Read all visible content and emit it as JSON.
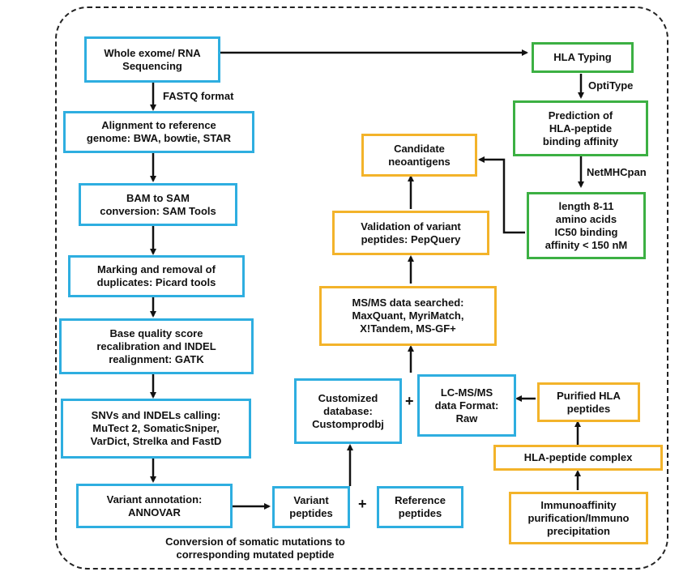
{
  "colors": {
    "blue": "#2eaee0",
    "green": "#3cb043",
    "orange": "#f3b32a"
  },
  "nodes": {
    "wes": "Whole exome/ RNA\nSequencing",
    "alignment": "Alignment to reference\ngenome: BWA, bowtie, STAR",
    "bam_sam": "BAM to SAM\nconversion: SAM Tools",
    "marking": "Marking and removal of\nduplicates: Picard tools",
    "bqsr": "Base quality score\nrecalibration and INDEL\nrealignment: GATK",
    "calling": "SNVs and INDELs calling:\nMuTect 2, SomaticSniper,\nVarDict, Strelka and FastD",
    "annotation": "Variant annotation:\nANNOVAR",
    "variant_peptides": "Variant\npeptides",
    "reference_peptides": "Reference\npeptides",
    "custom_db": "Customized\ndatabase:\nCustomprodbj",
    "lcms": "LC-MS/MS\ndata Format:\nRaw",
    "purified": "Purified HLA\npeptides",
    "complex": "HLA-peptide complex",
    "immuno": "Immunoaffinity\npurification/Immuno\nprecipitation",
    "msms": "MS/MS data searched:\nMaxQuant, MyriMatch,\nX!Tandem, MS-GF+",
    "validation": "Validation of  variant\npeptides: PepQuery",
    "candidate": "Candidate\nneoantigens",
    "hla_typing": "HLA  Typing",
    "prediction": "Prediction of\nHLA-peptide\nbinding affinity",
    "filter": "length 8-11\namino acids\nIC50 binding\naffinity < 150 nM"
  },
  "edge_labels": {
    "fastq": "FASTQ format",
    "optitype": "OptiType",
    "netmhcpan": "NetMHCpan",
    "conversion": "Conversion of somatic mutations to\ncorresponding mutated peptide"
  },
  "operators": {
    "plus_peptides": "+",
    "plus_database": "+"
  }
}
